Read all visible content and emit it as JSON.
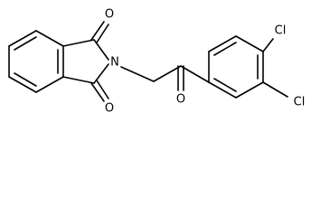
{
  "molecule": {
    "atoms": {
      "o_top": "O",
      "n_imide": "N",
      "o_bottom": "O",
      "o_ketone": "O",
      "cl_meta": "Cl",
      "cl_para": "Cl"
    }
  }
}
